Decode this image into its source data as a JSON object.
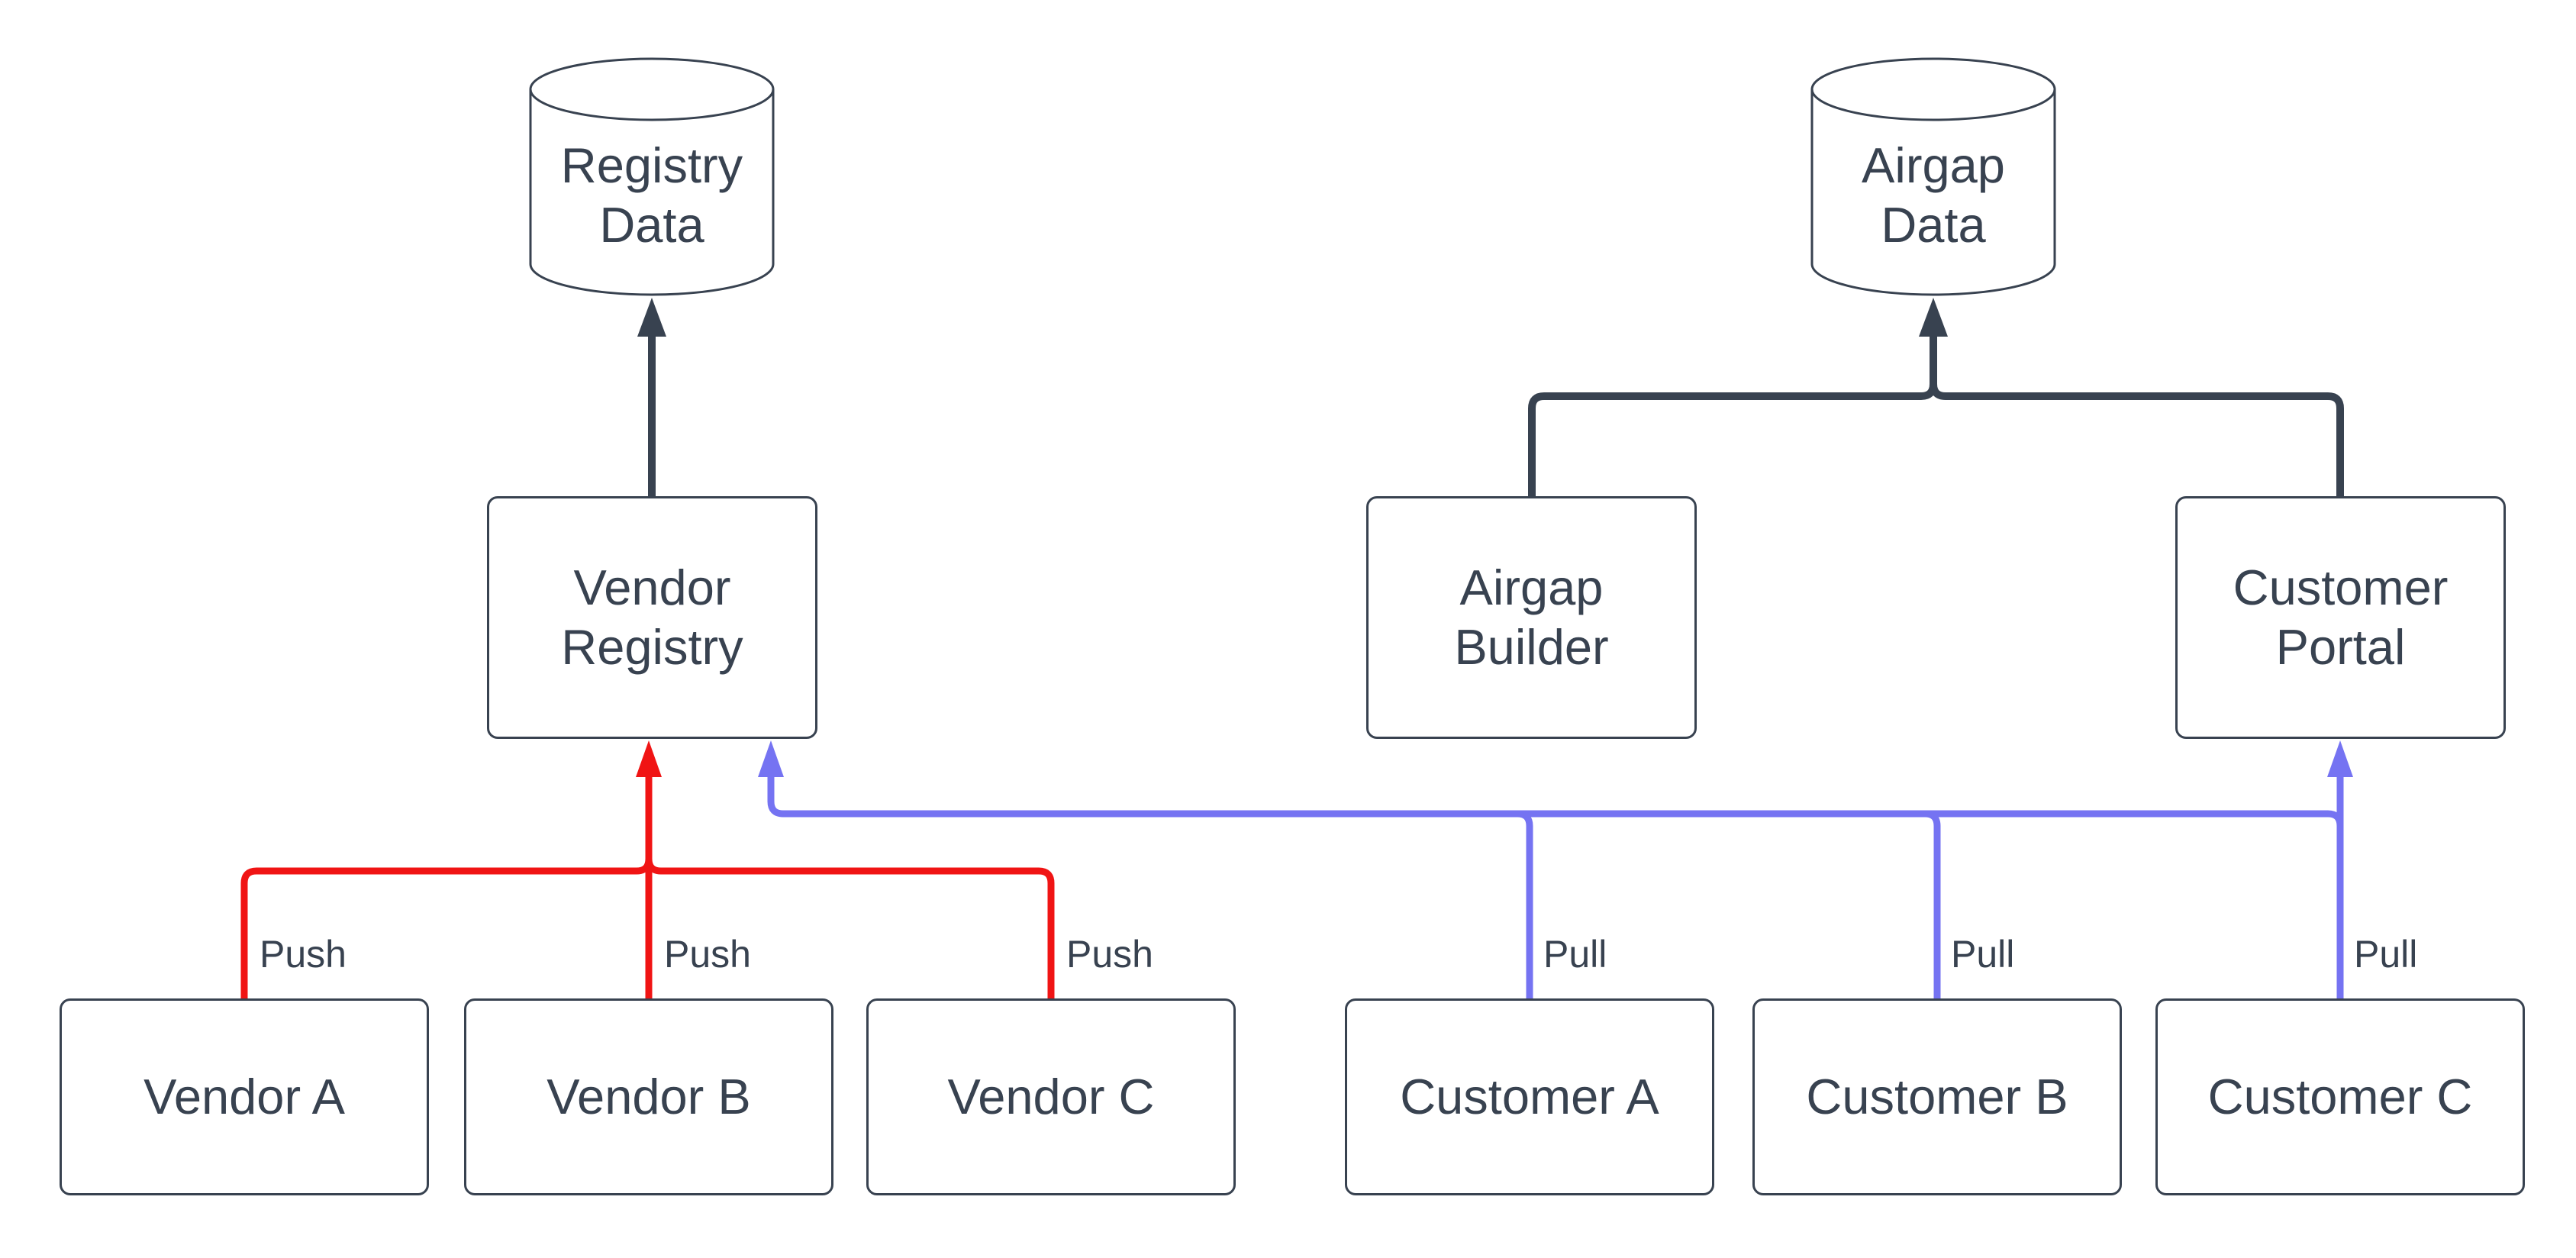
{
  "colors": {
    "dark": "#384250",
    "push": "#f01414",
    "pull": "#7573f2",
    "fill": "#ffffff"
  },
  "nodes": {
    "registry_data": {
      "line1": "Registry",
      "line2": "Data"
    },
    "airgap_data": {
      "line1": "Airgap",
      "line2": "Data"
    },
    "vendor_registry": {
      "line1": "Vendor",
      "line2": "Registry"
    },
    "airgap_builder": {
      "line1": "Airgap",
      "line2": "Builder"
    },
    "customer_portal": {
      "line1": "Customer",
      "line2": "Portal"
    },
    "vendor_a": {
      "label": "Vendor A"
    },
    "vendor_b": {
      "label": "Vendor B"
    },
    "vendor_c": {
      "label": "Vendor C"
    },
    "customer_a": {
      "label": "Customer A"
    },
    "customer_b": {
      "label": "Customer B"
    },
    "customer_c": {
      "label": "Customer C"
    }
  },
  "edge_labels": {
    "push": "Push",
    "pull": "Pull"
  },
  "edges": [
    {
      "from": "vendor-registry",
      "to": "registry-data",
      "type": "dark"
    },
    {
      "from": "airgap-builder",
      "to": "airgap-data",
      "type": "dark"
    },
    {
      "from": "customer-portal",
      "to": "airgap-data",
      "type": "dark"
    },
    {
      "from": "vendor-a",
      "to": "vendor-registry",
      "label": "Push",
      "type": "push"
    },
    {
      "from": "vendor-b",
      "to": "vendor-registry",
      "label": "Push",
      "type": "push"
    },
    {
      "from": "vendor-c",
      "to": "vendor-registry",
      "label": "Push",
      "type": "push"
    },
    {
      "from": "customer-a",
      "to": "vendor-registry",
      "label": "Pull",
      "type": "pull"
    },
    {
      "from": "customer-b",
      "to": "vendor-registry",
      "label": "Pull",
      "type": "pull"
    },
    {
      "from": "customer-c",
      "to": "customer-portal",
      "label": "Pull",
      "type": "pull"
    }
  ]
}
